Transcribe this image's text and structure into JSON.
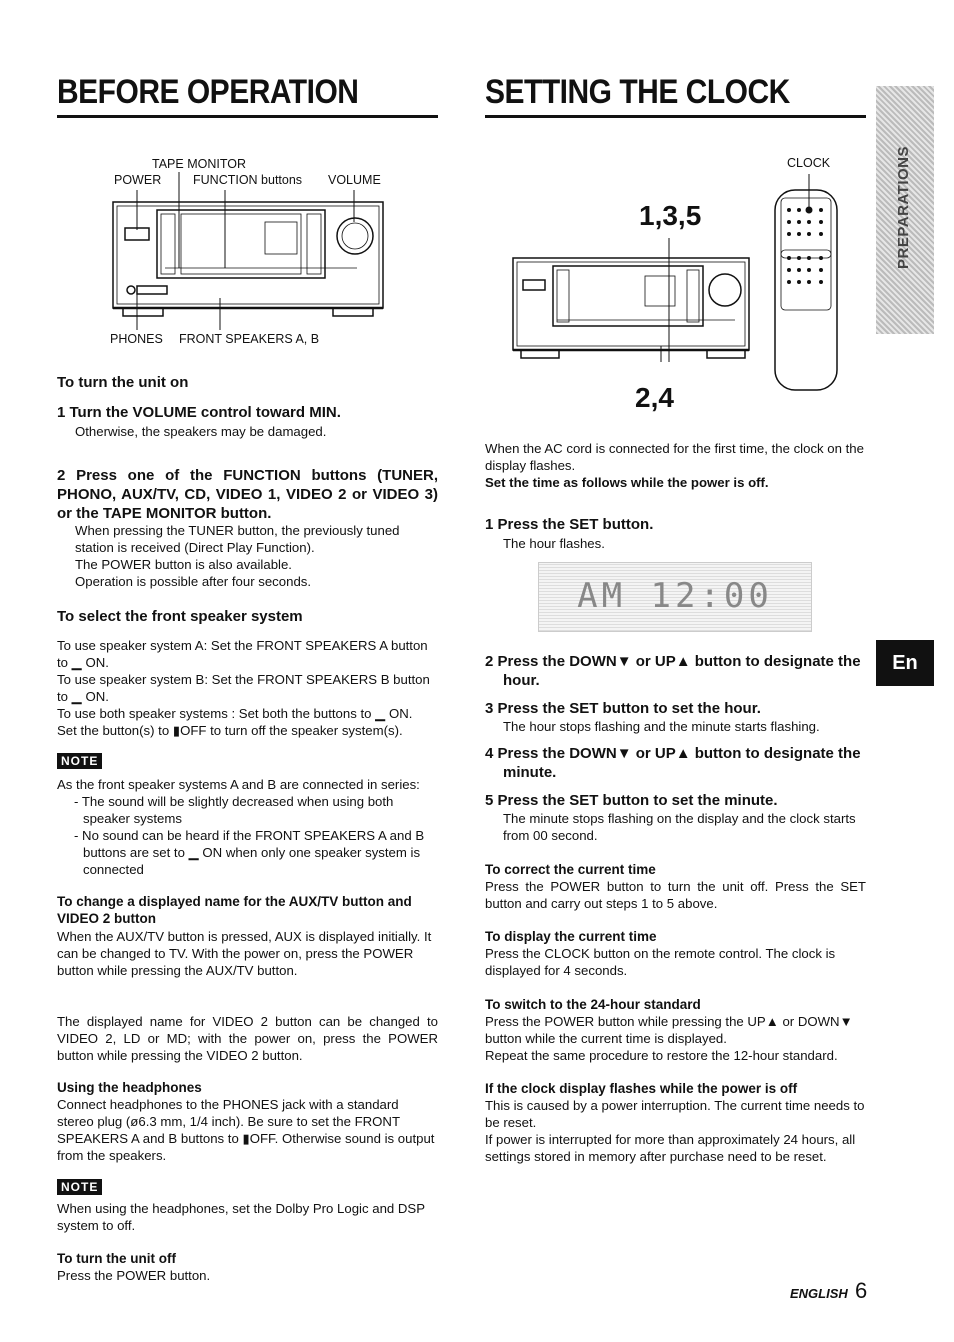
{
  "left": {
    "title": "BEFORE OPERATION",
    "figure_labels": {
      "tape_monitor": "TAPE MONITOR",
      "power": "POWER",
      "function_buttons": "FUNCTION buttons",
      "volume": "VOLUME",
      "phones": "PHONES",
      "front_speakers": "FRONT SPEAKERS A, B"
    },
    "turn_on": {
      "heading": "To turn the unit on",
      "step1_title": "1  Turn the VOLUME control toward MIN.",
      "step1_text": "Otherwise, the speakers may be damaged.",
      "step2_title": "2  Press one of the FUNCTION buttons (TUNER, PHONO, AUX/TV, CD, VIDEO 1, VIDEO 2 or VIDEO 3) or the TAPE MONITOR button.",
      "step2_lines": [
        "When pressing the TUNER button, the previously tuned",
        "station is received (Direct Play Function).",
        "The POWER button is also available.",
        "Operation is possible after four seconds."
      ]
    },
    "speaker": {
      "heading": "To select the front speaker system",
      "lines": [
        "To use speaker system A: Set the FRONT SPEAKERS A button to ▁ ON.",
        "To use speaker system B: Set the FRONT SPEAKERS B button to ▁ ON.",
        "To use both speaker systems : Set both the buttons to ▁ ON.",
        "Set the button(s) to ▮OFF to turn off the speaker system(s)."
      ]
    },
    "note1": {
      "label": "NOTE",
      "intro": "As the front speaker systems A and B are connected in series:",
      "bullets": [
        "- The sound will be slightly decreased when using both speaker systems",
        "- No sound can be heard if the FRONT SPEAKERS A and B buttons are set to ▁ ON when only one speaker system is connected"
      ]
    },
    "aux": {
      "heading": "To change a displayed name for the AUX/TV button and VIDEO 2 button",
      "para1": "When the AUX/TV button is pressed, AUX is displayed initially. It can be changed to TV. With the power on, press the POWER button while pressing the AUX/TV button.",
      "para2": "The displayed name for VIDEO 2 button can be changed to VIDEO 2, LD or MD; with the power on, press the POWER button while pressing the VIDEO 2 button."
    },
    "headphones": {
      "heading": "Using the headphones",
      "text": "Connect headphones to the PHONES jack with a standard stereo plug (ø6.3 mm, 1/4 inch). Be sure to set the FRONT SPEAKERS A and B buttons to ▮OFF. Otherwise sound is output from the speakers."
    },
    "note2": {
      "label": "NOTE",
      "text": "When using the headphones, set the Dolby Pro Logic and DSP system to off."
    },
    "turn_off": {
      "heading": "To turn the unit off",
      "text": "Press the POWER button."
    }
  },
  "right": {
    "title": "SETTING THE CLOCK",
    "figure_labels": {
      "clock": "CLOCK",
      "steps_top": "1,3,5",
      "steps_bottom": "2,4"
    },
    "intro": "When the AC cord is connected for the first time, the clock on the display flashes.",
    "intro_bold": "Set the time as follows while the power is off.",
    "step1_title": "1  Press the SET button.",
    "step1_text": "The hour flashes.",
    "display": "AM  12:00",
    "step2_title": "2  Press the DOWN▼ or UP▲ button to designate the hour.",
    "step3_title": "3  Press the SET button to set the hour.",
    "step3_text": "The hour stops flashing  and the minute starts flashing.",
    "step4_title": "4  Press the DOWN▼ or UP▲ button to designate the minute.",
    "step5_title": "5  Press the SET button to set the minute.",
    "step5_text": "The minute stops flashing on the display and the clock starts from 00 second.",
    "correct": {
      "heading": "To correct the current time",
      "text": "Press the POWER button to turn the unit off. Press the SET button and carry out steps 1 to 5 above."
    },
    "display_time": {
      "heading": "To display the current time",
      "text": "Press the CLOCK button on the remote control. The clock is displayed for 4 seconds."
    },
    "h24": {
      "heading": "To switch to the 24-hour standard",
      "text": "Press the POWER button while pressing the UP▲ or DOWN▼ button while the current time is displayed.",
      "text2": "Repeat the same procedure to restore the 12-hour standard."
    },
    "flash": {
      "heading": "If the clock display flashes while the power is off",
      "text": "This is caused by a power interruption. The current time needs to be reset.",
      "text2": "If power is interrupted for more than approximately 24 hours, all settings stored in memory after purchase need to be reset."
    }
  },
  "side": {
    "tab_label": "PREPARATIONS",
    "lang_tab": "En"
  },
  "footer": {
    "language": "ENGLISH",
    "page": "6"
  }
}
